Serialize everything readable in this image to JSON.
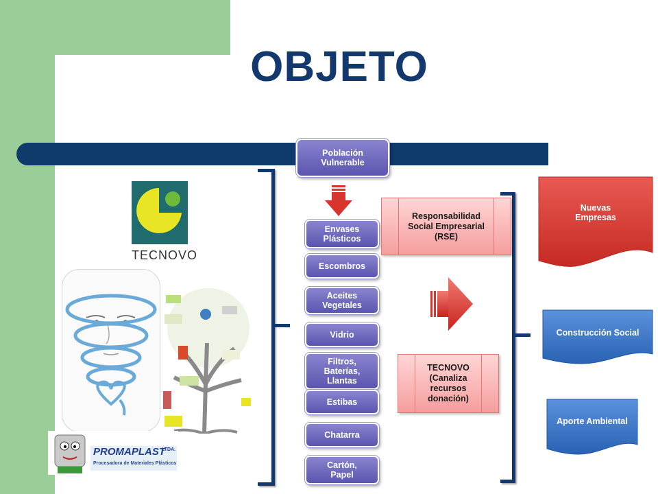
{
  "title": "OBJETO",
  "population": "Población\nVulnerable",
  "waste_items": [
    "Envases\nPlásticos",
    "Escombros",
    "Aceites\nVegetales",
    "Vidrio",
    "Filtros,\nBaterías,\nLlantas",
    "Estibas",
    "Chatarra",
    "Cartón,\nPapel"
  ],
  "rse_label": "Responsabilidad\nSocial Empresarial\n(RSE)",
  "tecnovo_box": "TECNOVO\n(Canaliza\nrecursos\ndonación)",
  "outcomes": {
    "new_companies": "Nuevas\nEmpresas",
    "social": "Construcción  Social",
    "environment": "Aporte  Ambiental"
  },
  "logos": {
    "tecnovo": "TECNOVO",
    "promaplast": "PROMAPLAST",
    "promaplast_suffix": "LTDA.",
    "promaplast_tagline": "Procesadora de Materiales Plásticos"
  },
  "colors": {
    "title": "#12386e",
    "bar": "#0f3a6c",
    "pill": "#6a64bf",
    "red": "#d9352f",
    "blue": "#2f6fc2",
    "green_bg": "#9acd98"
  }
}
